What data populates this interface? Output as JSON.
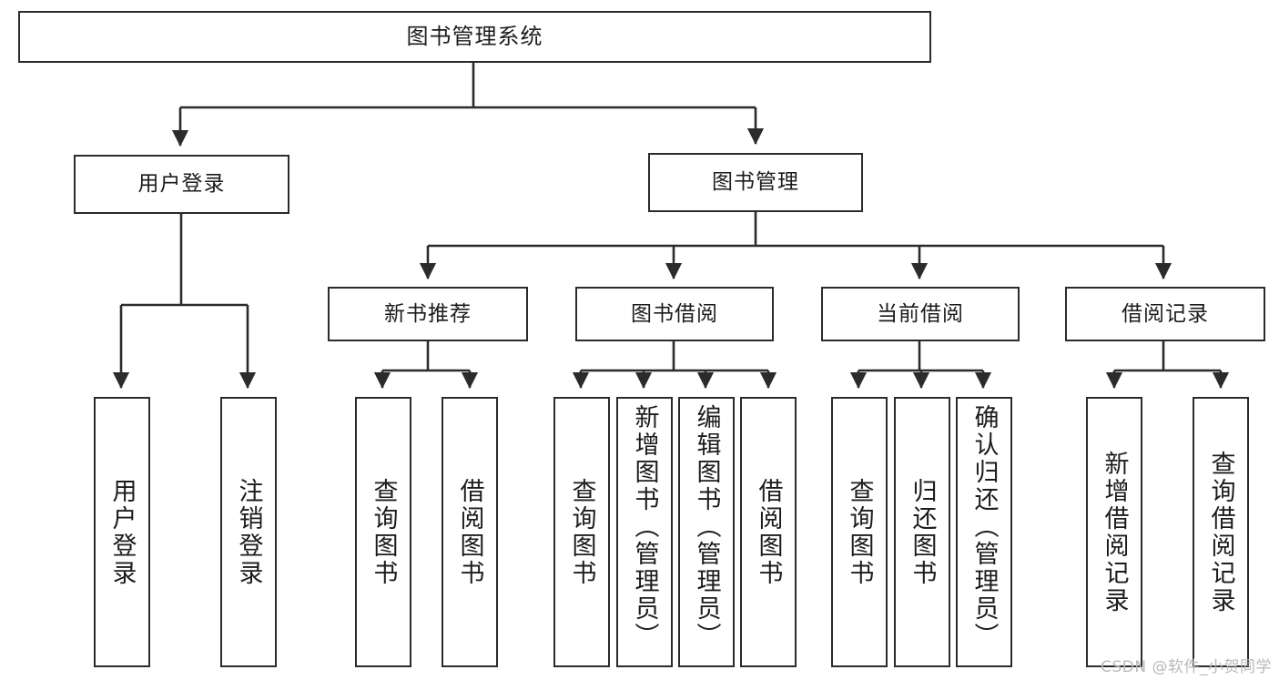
{
  "diagram": {
    "type": "tree",
    "title": "图书管理系统",
    "orientation": "top-down",
    "colors": {
      "stroke": "#2b2b2b",
      "fill": "#ffffff",
      "text": "#1c1c1c",
      "watermark": "#b9b9b9"
    },
    "root": {
      "id": "root",
      "label": "图书管理系统"
    },
    "level2": [
      {
        "id": "user-login",
        "label": "用户登录"
      },
      {
        "id": "book-manage",
        "label": "图书管理"
      }
    ],
    "level3": [
      {
        "id": "new-book-rec",
        "label": "新书推荐",
        "parent": "book-manage"
      },
      {
        "id": "book-borrow",
        "label": "图书借阅",
        "parent": "book-manage"
      },
      {
        "id": "current-borrow",
        "label": "当前借阅",
        "parent": "book-manage"
      },
      {
        "id": "borrow-record",
        "label": "借阅记录",
        "parent": "book-manage"
      }
    ],
    "leaves": [
      {
        "id": "leaf-user-login",
        "label": "用户登录",
        "parent": "user-login"
      },
      {
        "id": "leaf-user-logout",
        "label": "注销登录",
        "parent": "user-login"
      },
      {
        "id": "leaf-query-book-1",
        "label": "查询图书",
        "parent": "new-book-rec"
      },
      {
        "id": "leaf-borrow-book-1",
        "label": "借阅图书",
        "parent": "new-book-rec"
      },
      {
        "id": "leaf-query-book-2",
        "label": "查询图书",
        "parent": "book-borrow"
      },
      {
        "id": "leaf-add-book",
        "label": "新增图书（管理员）",
        "parent": "book-borrow"
      },
      {
        "id": "leaf-edit-book",
        "label": "编辑图书（管理员）",
        "parent": "book-borrow"
      },
      {
        "id": "leaf-borrow-book-2",
        "label": "借阅图书",
        "parent": "book-borrow"
      },
      {
        "id": "leaf-query-book-3",
        "label": "查询图书",
        "parent": "current-borrow"
      },
      {
        "id": "leaf-return-book",
        "label": "归还图书",
        "parent": "current-borrow"
      },
      {
        "id": "leaf-confirm-return",
        "label": "确认归还（管理员）",
        "parent": "current-borrow"
      },
      {
        "id": "leaf-add-record",
        "label": "新增借阅记录",
        "parent": "borrow-record"
      },
      {
        "id": "leaf-query-record",
        "label": "查询借阅记录",
        "parent": "borrow-record"
      }
    ]
  },
  "watermark": {
    "text": "CSDN @软件_小贺同学"
  }
}
